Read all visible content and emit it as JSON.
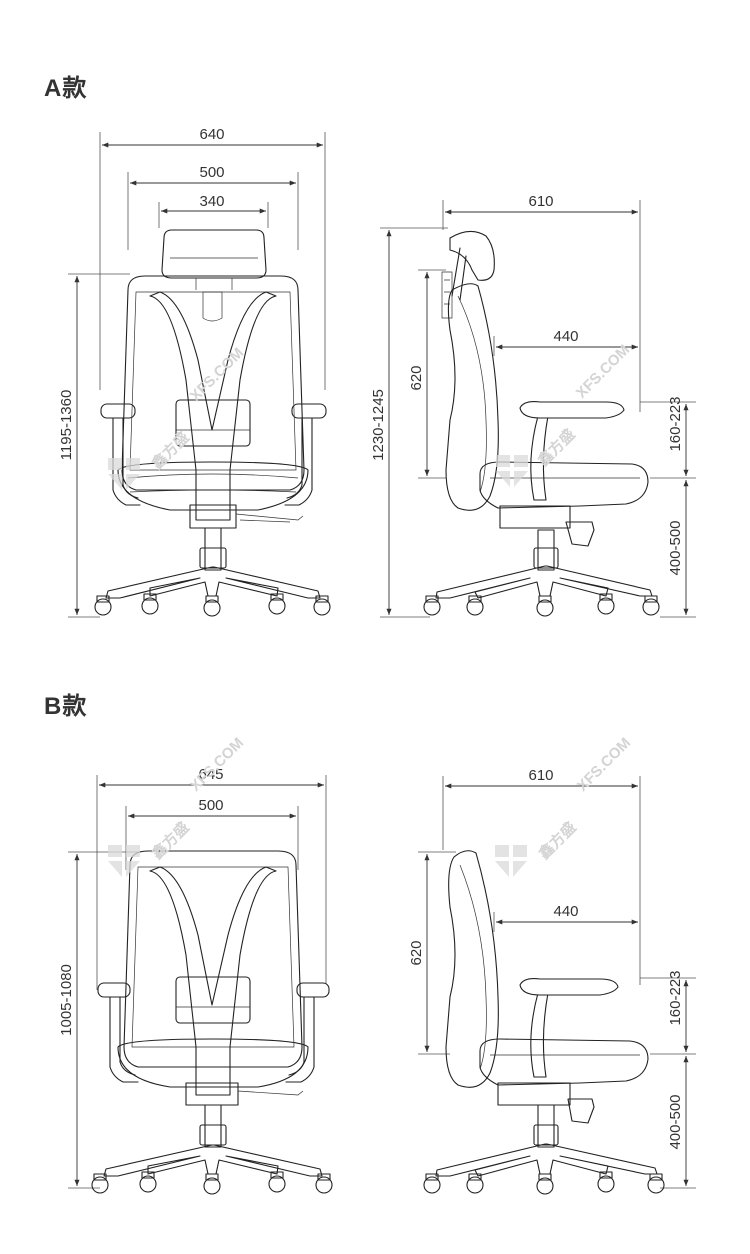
{
  "sections": {
    "a": {
      "title": "A款",
      "front": {
        "width_total": "640",
        "width_seat": "500",
        "width_headrest": "340",
        "height": "1195-1360"
      },
      "side": {
        "depth_total": "610",
        "depth_seat": "440",
        "back_height": "620",
        "height": "1230-1245",
        "armrest_height": "160-223",
        "seat_height": "400-500"
      }
    },
    "b": {
      "title": "B款",
      "front": {
        "width_total": "645",
        "width_seat": "500",
        "height": "1005-1080"
      },
      "side": {
        "depth_total": "610",
        "depth_seat": "440",
        "back_height": "620",
        "armrest_height": "160-223",
        "seat_height": "400-500"
      }
    }
  },
  "watermark": {
    "brand": "鑫方盛",
    "site": "XFS.COM"
  },
  "colors": {
    "line": "#222222",
    "text": "#333333",
    "watermark": "#d9d9d9"
  }
}
